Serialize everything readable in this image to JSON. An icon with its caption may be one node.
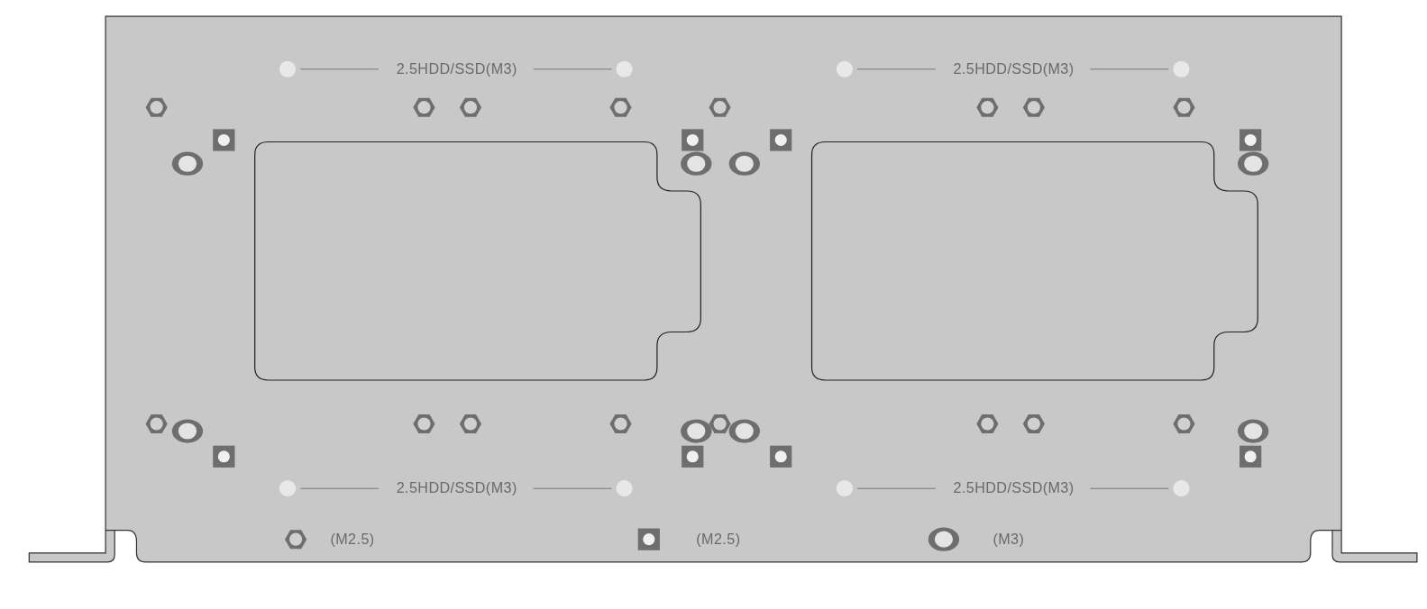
{
  "diagram": {
    "labels": [
      "2.5HDD/SSD(M3)",
      "2.5HDD/SSD(M3)",
      "2.5HDD/SSD(M3)",
      "2.5HDD/SSD(M3)"
    ],
    "legend": [
      {
        "text": "(M2.5)"
      },
      {
        "text": "(M2.5)"
      },
      {
        "text": "(M3)"
      }
    ]
  }
}
